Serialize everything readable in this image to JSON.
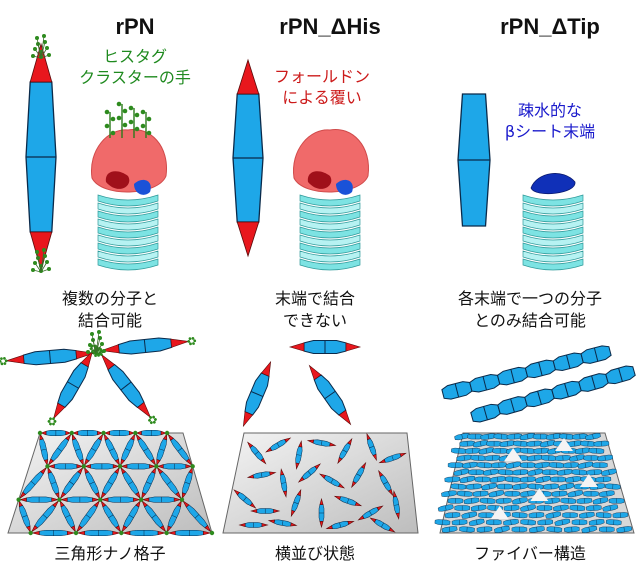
{
  "columns": [
    {
      "title": "rPN",
      "note": "ヒスタグ\nクラスターの手",
      "caption": "複数の分子と\n結合可能",
      "bottom": "三角形ナノ格子"
    },
    {
      "title": "rPN_ΔHis",
      "note": "フォールドン\nによる覆い",
      "caption": "末端で結合\nできない",
      "bottom": "横並び状態"
    },
    {
      "title": "rPN_ΔTip",
      "note": "疎水的な\nβシート末端",
      "caption": "各末端で一つの分子\nとのみ結合可能",
      "bottom": "ファイバー構造"
    }
  ],
  "colors": {
    "blue": "#1ea7e8",
    "tip_red": "#e8171d",
    "his_green": "#2e8b1e",
    "note_green": "#1f8a1f",
    "note_red": "#cc1a1a",
    "note_blue": "#1a1acc",
    "cap_red": "#f06a6a",
    "cap_dark": "#a0101a",
    "stalk_cyan": "#7de3e3"
  }
}
